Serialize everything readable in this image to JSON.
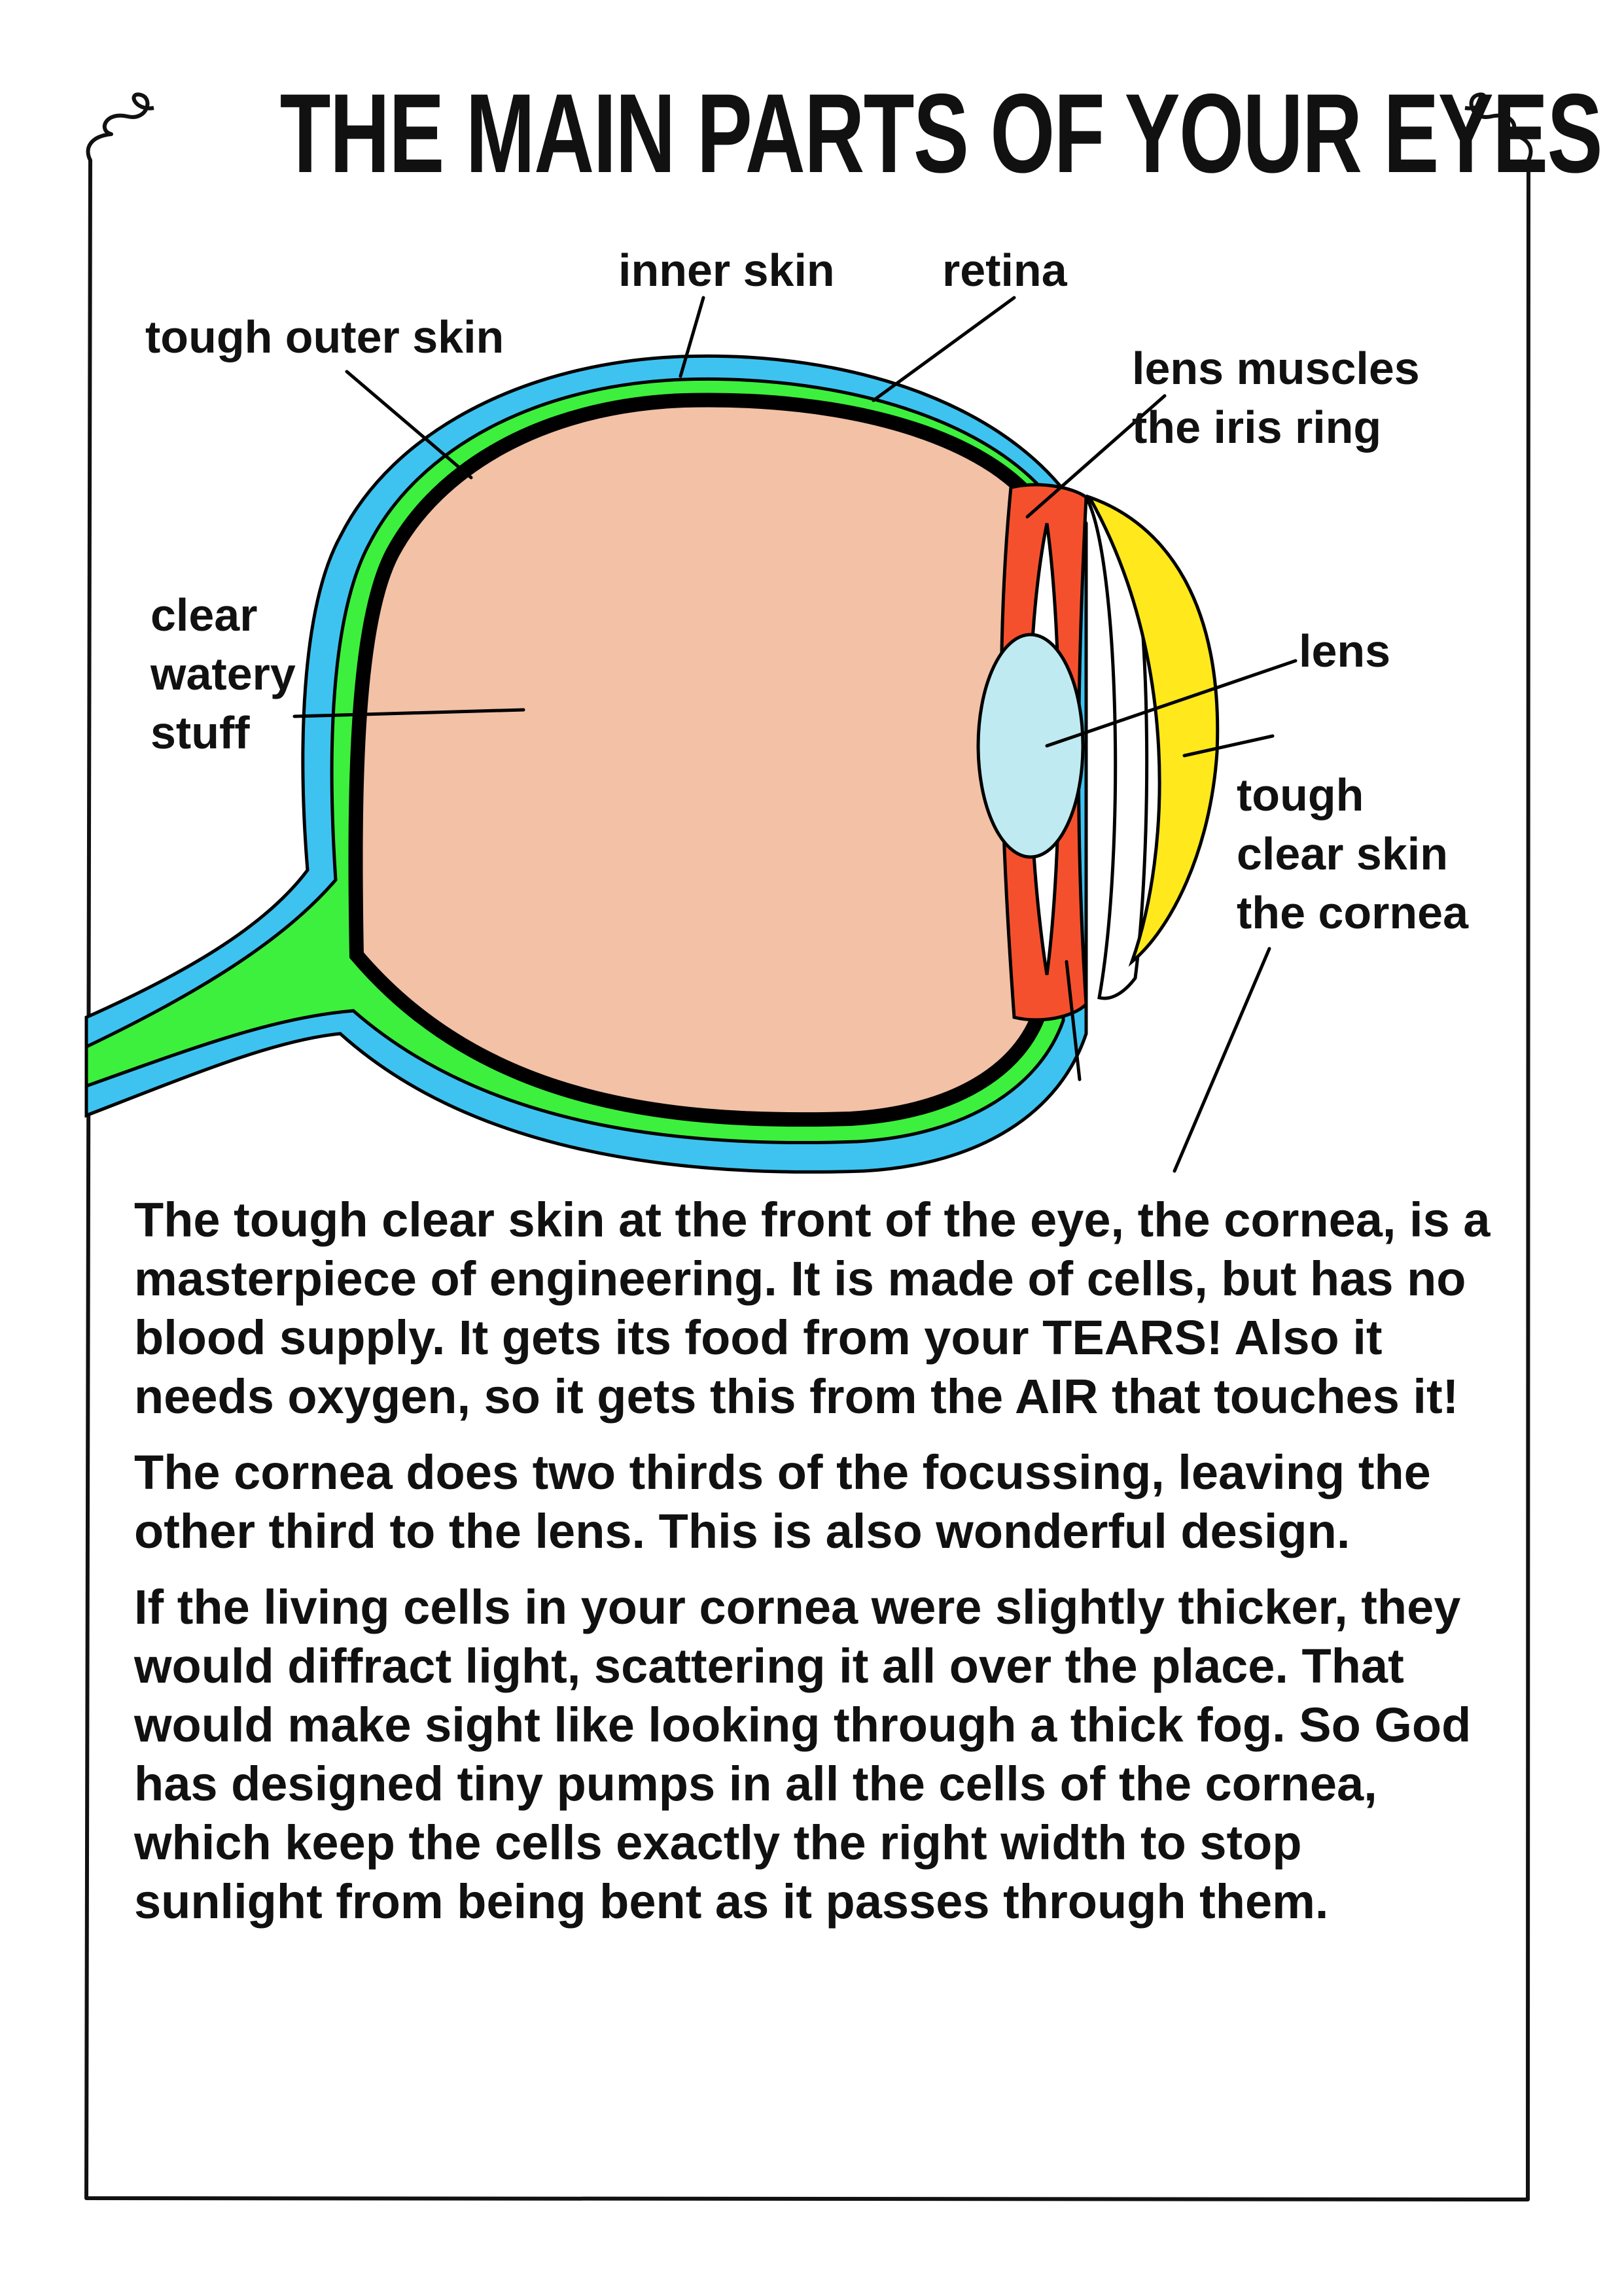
{
  "title": "THE MAIN PARTS OF YOUR EYES",
  "colors": {
    "outer_skin": "#3ec3f0",
    "inner_skin": "#3df03d",
    "retina": "#000000",
    "watery_stuff": "#f2c1a6",
    "iris": "#f5502d",
    "lens": "#bfeaf2",
    "cornea": "#ffe81c"
  },
  "labels": {
    "tough_outer_skin": "tough outer skin",
    "inner_skin": "inner skin",
    "retina": "retina",
    "lens_muscles": [
      "lens muscles",
      "the iris ring"
    ],
    "clear_watery_stuff": [
      "clear",
      "watery",
      "stuff"
    ],
    "lens": "lens",
    "cornea": [
      "tough",
      "clear skin",
      "the cornea"
    ]
  },
  "paragraphs": [
    "The tough clear skin at the front of the eye, the cornea, is a masterpiece of engineering. It is made of cells, but has no blood supply. It gets its food from your TEARS! Also it needs oxygen, so it gets this from the AIR that touches it!",
    "The cornea does two thirds of the focussing, leaving the other third to the lens. This is also wonderful design.",
    "If the living cells in your cornea were slightly thicker, they would diffract light, scattering it all over the place. That would make sight like looking through a thick fog. So God has designed tiny pumps in all the cells of the cornea, which keep the cells exactly the right width to stop sunlight from being bent as it passes through them."
  ]
}
